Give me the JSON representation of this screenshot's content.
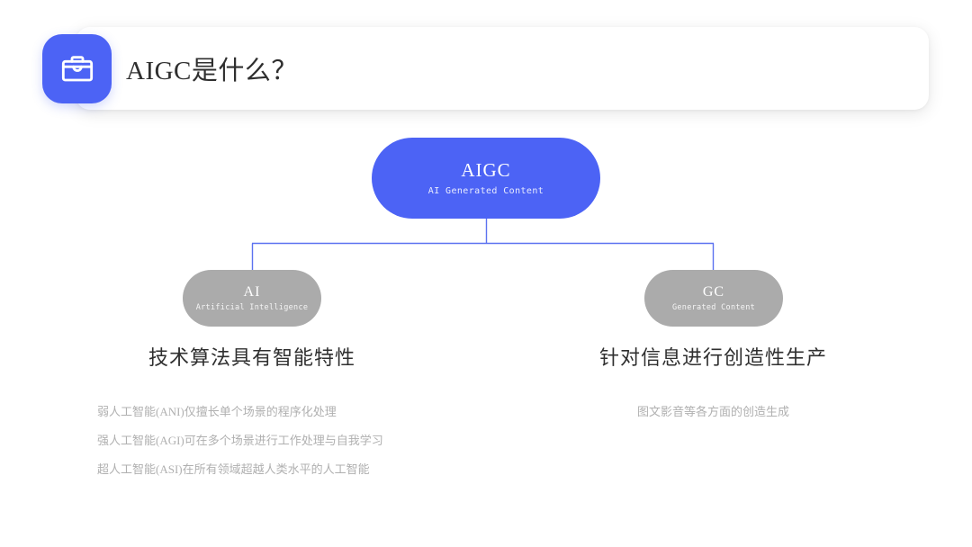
{
  "header": {
    "title": "AIGC是什么？",
    "icon": "briefcase-icon",
    "icon_bg": "#4c63f5",
    "card_bg": "#ffffff"
  },
  "diagram": {
    "root": {
      "title": "AIGC",
      "subtitle": "AI Generated Content",
      "color": "#4c63f5"
    },
    "children": [
      {
        "title": "AI",
        "subtitle": "Artificial Intelligence",
        "color": "#ababab"
      },
      {
        "title": "GC",
        "subtitle": "Generated Content",
        "color": "#ababab"
      }
    ],
    "connector_color": "#4c63f5"
  },
  "columns": [
    {
      "heading": "技术算法具有智能特性",
      "lines": [
        "弱人工智能(ANI)仅擅长单个场景的程序化处理",
        "强人工智能(AGI)可在多个场景进行工作处理与自我学习",
        "超人工智能(ASI)在所有领域超越人类水平的人工智能"
      ]
    },
    {
      "heading": "针对信息进行创造性生产",
      "lines": [
        "图文影音等各方面的创造生成"
      ]
    }
  ],
  "theme": {
    "background": "#ffffff",
    "text_dark": "#2f2f2f",
    "text_muted": "#b0b0b0"
  }
}
